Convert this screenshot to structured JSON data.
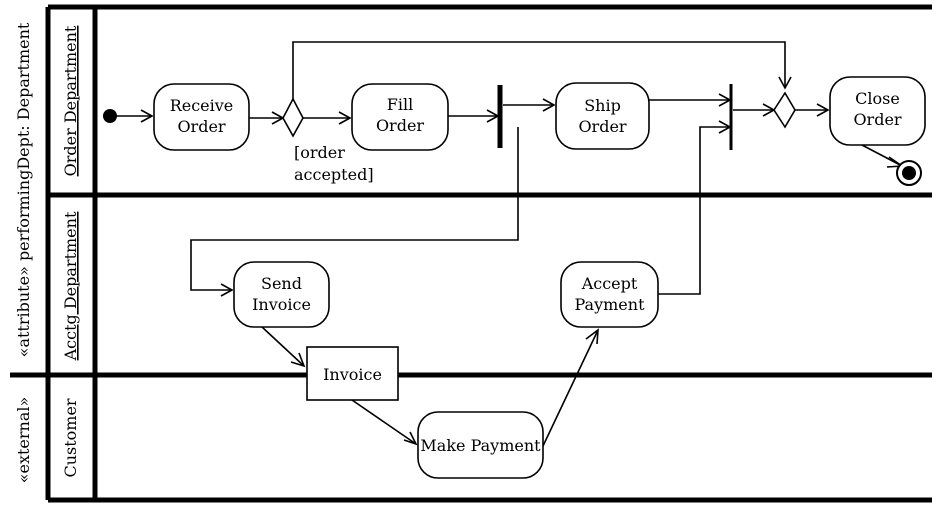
{
  "partitions": {
    "outer_label": "«attribute» performingDept: Department",
    "external_label": "«external»",
    "lanes": {
      "order": "Order Department",
      "acctg": "Acctg Department",
      "customer": "Customer"
    }
  },
  "actions": {
    "receive_order": [
      "Receive",
      "Order"
    ],
    "fill_order": [
      "Fill",
      "Order"
    ],
    "ship_order": [
      "Ship",
      "Order"
    ],
    "close_order": [
      "Close",
      "Order"
    ],
    "send_invoice": [
      "Send",
      "Invoice"
    ],
    "accept_payment": [
      "Accept",
      "Payment"
    ],
    "make_payment": "Make Payment"
  },
  "object_node": "Invoice",
  "guard": [
    "[order",
    "accepted]"
  ]
}
